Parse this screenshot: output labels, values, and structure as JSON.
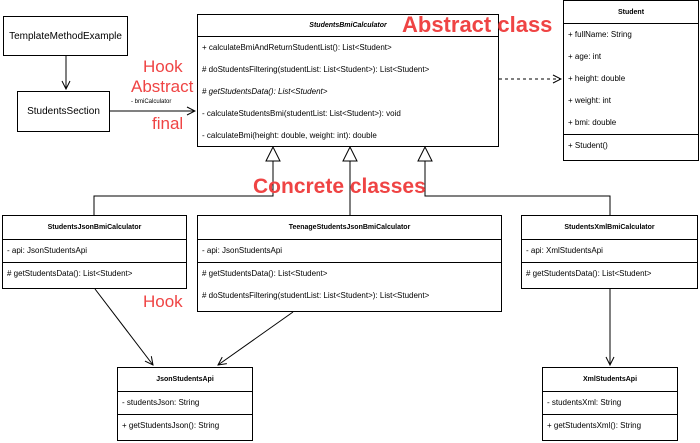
{
  "boxes": {
    "template_method_example": "TemplateMethodExample",
    "students_section": "StudentsSection"
  },
  "classes": {
    "students_bmi_calculator": {
      "name": "StudentsBmiCalculator",
      "methods": [
        "+ calculateBmiAndReturnStudentList(): List<Student>",
        "# doStudentsFiltering(studentList: List<Student>): List<Student>",
        "# getStudentsData(): List<Student>",
        "- calculateStudentsBmi(studentList: List<Student>): void",
        "- calculateBmi(height: double, weight: int): double"
      ]
    },
    "student": {
      "name": "Student",
      "fields": [
        "+ fullName: String",
        "+ age: int",
        "+ height: double",
        "+ weight: int",
        "+ bmi: double"
      ],
      "methods": [
        "+ Student()"
      ]
    },
    "students_json_bmi_calculator": {
      "name": "StudentsJsonBmiCalculator",
      "fields": [
        "- api: JsonStudentsApi"
      ],
      "methods": [
        "# getStudentsData(): List<Student>"
      ]
    },
    "teenage_students_json_bmi_calculator": {
      "name": "TeenageStudentsJsonBmiCalculator",
      "fields": [
        "- api: JsonStudentsApi"
      ],
      "methods": [
        "# getStudentsData(): List<Student>",
        "# doStudentsFiltering(studentList: List<Student>): List<Student>"
      ]
    },
    "students_xml_bmi_calculator": {
      "name": "StudentsXmlBmiCalculator",
      "fields": [
        "- api: XmlStudentsApi"
      ],
      "methods": [
        "# getStudentsData(): List<Student>"
      ]
    },
    "json_students_api": {
      "name": "JsonStudentsApi",
      "fields": [
        "- studentsJson: String"
      ],
      "methods": [
        "+ getStudentsJson(): String"
      ]
    },
    "xml_students_api": {
      "name": "XmlStudentsApi",
      "fields": [
        "- studentsXml: String"
      ],
      "methods": [
        "+ getStudentsXml(): String"
      ]
    }
  },
  "edge_labels": {
    "bmi_calculator": "- bmiCalculator"
  },
  "annotations": {
    "abstract_class": "Abstract class",
    "concrete_classes": "Concrete classes",
    "hook_top": "Hook",
    "abstract": "Abstract",
    "final": "final",
    "hook_bottom": "Hook"
  },
  "colors": {
    "annotation": "#ef4444",
    "line": "#000000"
  }
}
